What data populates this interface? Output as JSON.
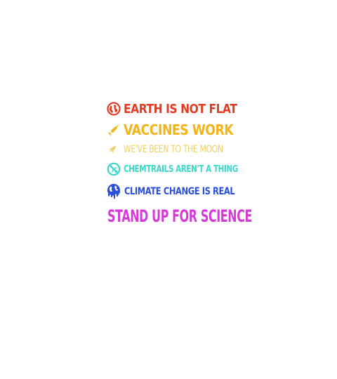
{
  "lines": [
    {
      "text": "EARTH IS NOT FLAT",
      "color": "#e23b22",
      "icon": "globe-icon"
    },
    {
      "text": "VACCINES WORK",
      "color": "#f2b418",
      "icon": "syringe-icon"
    },
    {
      "text": "WE'VE BEEN TO THE MOON",
      "color": "#ecd06a",
      "icon": "rocket-icon"
    },
    {
      "text": "CHEMTRAILS AREN'T A THING",
      "color": "#3ad8c8",
      "icon": "no-plane-icon"
    },
    {
      "text": "CLIMATE CHANGE IS REAL",
      "color": "#2a4fd8",
      "icon": "melting-earth-icon"
    },
    {
      "text": "STAND UP FOR SCIENCE",
      "color": "#d63ad6",
      "icon": ""
    }
  ],
  "background": "#ffffff"
}
